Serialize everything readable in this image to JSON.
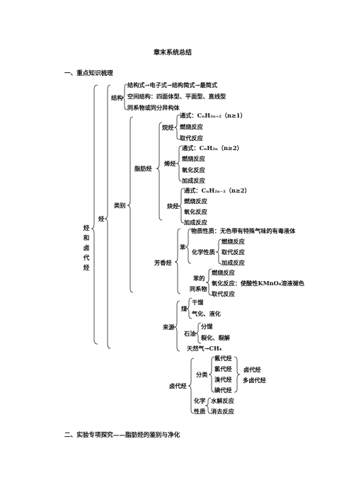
{
  "title": "章末系统总结",
  "section1": "一、重点知识梳理",
  "section2": "二、实验专项探究——脂肪烃的鉴别与净化",
  "root": [
    "烃",
    "和",
    "卤",
    "代",
    "烃"
  ],
  "ting": "烃",
  "jiegou": {
    "label": "结构",
    "items": [
      "结构式→电子式→结构简式→最简式",
      "空间结构：四面体型、平面型、直线型",
      "同系物或同分异构体"
    ]
  },
  "leibie": "类别",
  "zhifangting": {
    "label": "脂肪烃",
    "wanting": {
      "label": "烷烃",
      "formula": "通式：CₙH₂ₙ₊₂（n≥1）",
      "items": [
        "燃烧反应",
        "取代反应"
      ]
    },
    "xiting": {
      "label": "烯烃",
      "formula": "通式：CₙH₂ₙ（n≥2）",
      "items": [
        "燃烧反应",
        "氧化反应",
        "加成反应"
      ]
    },
    "queting": {
      "label": "炔烃",
      "formula": "通式：CₙH₂ₙ₋₂（n≥2）",
      "items": [
        "燃烧反应",
        "氧化反应",
        "加成反应"
      ]
    }
  },
  "fangxiangting": {
    "label": "芳香烃",
    "ben": {
      "label": "苯",
      "physical": "物质性质：无色带有特殊气味的有毒液体",
      "chemical_label": "化学性质",
      "chemical": [
        "燃烧反应",
        "取代反应",
        "加成反应"
      ]
    },
    "tongxiwu": {
      "label1": "苯的",
      "label2": "同系物",
      "items": [
        "燃烧反应",
        "氧化反应：使酸性KMnO₄溶液褪色",
        "取代反应"
      ]
    }
  },
  "laiyuan": {
    "label": "来源",
    "mei": {
      "label": "煤",
      "items": [
        "干馏",
        "气化、液化"
      ]
    },
    "shiyou": {
      "label": "石油",
      "items": [
        "分馏",
        "裂化、裂解"
      ]
    },
    "trq": "天然气→CH₄"
  },
  "ludaiting": {
    "label": "卤代烃",
    "fenlei": {
      "label": "分类",
      "items": [
        "氟代烃",
        "氯代烃",
        "溴代烃",
        "碘代烃"
      ],
      "right": [
        "卤代烃",
        "多卤代烃"
      ]
    },
    "huaxue": {
      "label1": "化学",
      "label2": "性质",
      "items": [
        "水解反应",
        "消去反应"
      ]
    }
  }
}
